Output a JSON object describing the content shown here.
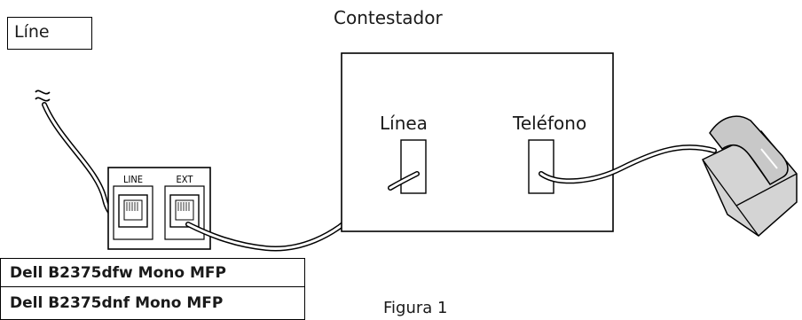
{
  "wall_label": "Líne",
  "answering_machine": {
    "title": "Contestador",
    "port_line": "Línea",
    "port_phone": "Teléfono"
  },
  "printer_ports": {
    "line": "LINE",
    "ext": "EXT"
  },
  "models": [
    "Dell B2375dfw Mono MFP",
    "Dell B2375dnf Mono MFP"
  ],
  "caption": "Figura 1"
}
